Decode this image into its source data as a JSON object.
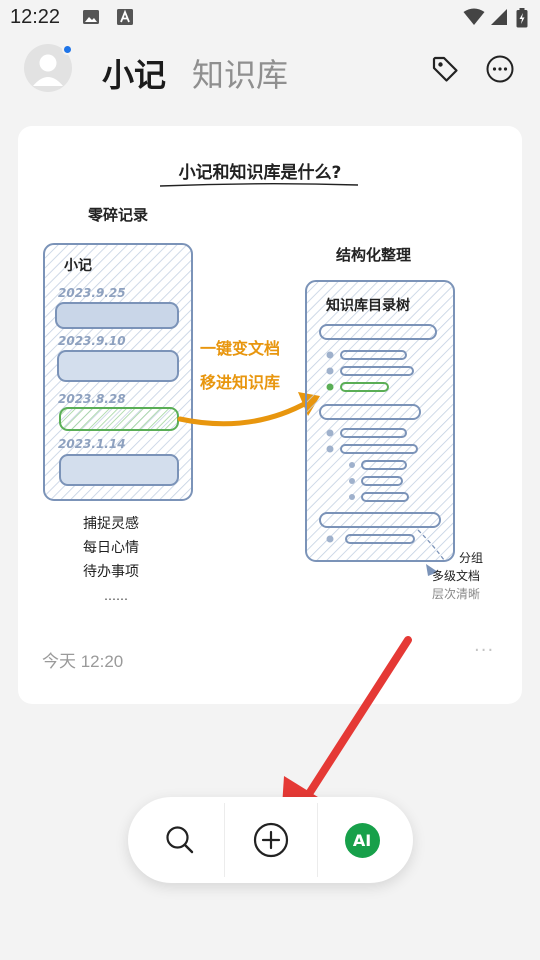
{
  "status_bar": {
    "time": "12:22",
    "left_icons": [
      "image-icon",
      "font-icon"
    ],
    "right_icons": [
      "wifi-icon",
      "signal-icon",
      "battery-icon"
    ]
  },
  "header": {
    "tabs": [
      {
        "label": "小记",
        "active": true
      },
      {
        "label": "知识库",
        "active": false
      }
    ],
    "actions": [
      "tag-icon",
      "more-circle-icon"
    ],
    "avatar_badge_color": "#1e74e8"
  },
  "card": {
    "illustration": {
      "title": "小记和知识库是什么?",
      "left_heading": "零碎记录",
      "left_box_title": "小记",
      "dates": [
        "2023.9.25",
        "2023.9.10",
        "2023.8.28",
        "2023.1.14"
      ],
      "arrow_line1": "一键变文档",
      "arrow_line2": "移进知识库",
      "right_heading": "结构化整理",
      "right_box_title": "知识库目录树",
      "left_captions": [
        "捕捉灵感",
        "每日心情",
        "待办事项",
        "……"
      ],
      "right_captions": [
        "分组",
        "多级文档",
        "层次清晰"
      ]
    },
    "timestamp": "今天 12:20",
    "more_label": "···"
  },
  "bottom_bar": {
    "buttons": [
      {
        "name": "search",
        "icon": "search-icon"
      },
      {
        "name": "add",
        "icon": "plus-circle-icon"
      },
      {
        "name": "ai",
        "label": "AI"
      }
    ]
  },
  "colors": {
    "accent_green": "#17a04a",
    "arrow_orange": "#e8960e",
    "annotation_red": "#e53935",
    "box_stroke": "#7b93b8"
  }
}
